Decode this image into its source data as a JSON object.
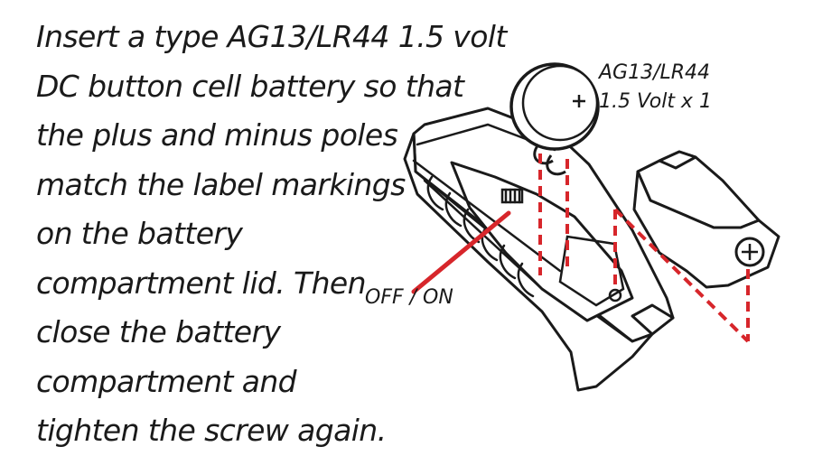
{
  "instructions": {
    "lines": [
      "Insert a type AG13/LR44 1.5 volt",
      "DC button cell battery so that",
      "the plus and minus poles",
      "match the label markings",
      "on the battery",
      "compartment lid. Then",
      "close the battery",
      "compartment and",
      "tighten the screw again."
    ]
  },
  "labels": {
    "battery_type": "AG13/LR44",
    "battery_spec": "1.5 Volt x 1",
    "switch": "OFF / ON"
  },
  "colors": {
    "ink": "#1a1a1a",
    "guide": "#d7262b",
    "background": "#ffffff"
  }
}
